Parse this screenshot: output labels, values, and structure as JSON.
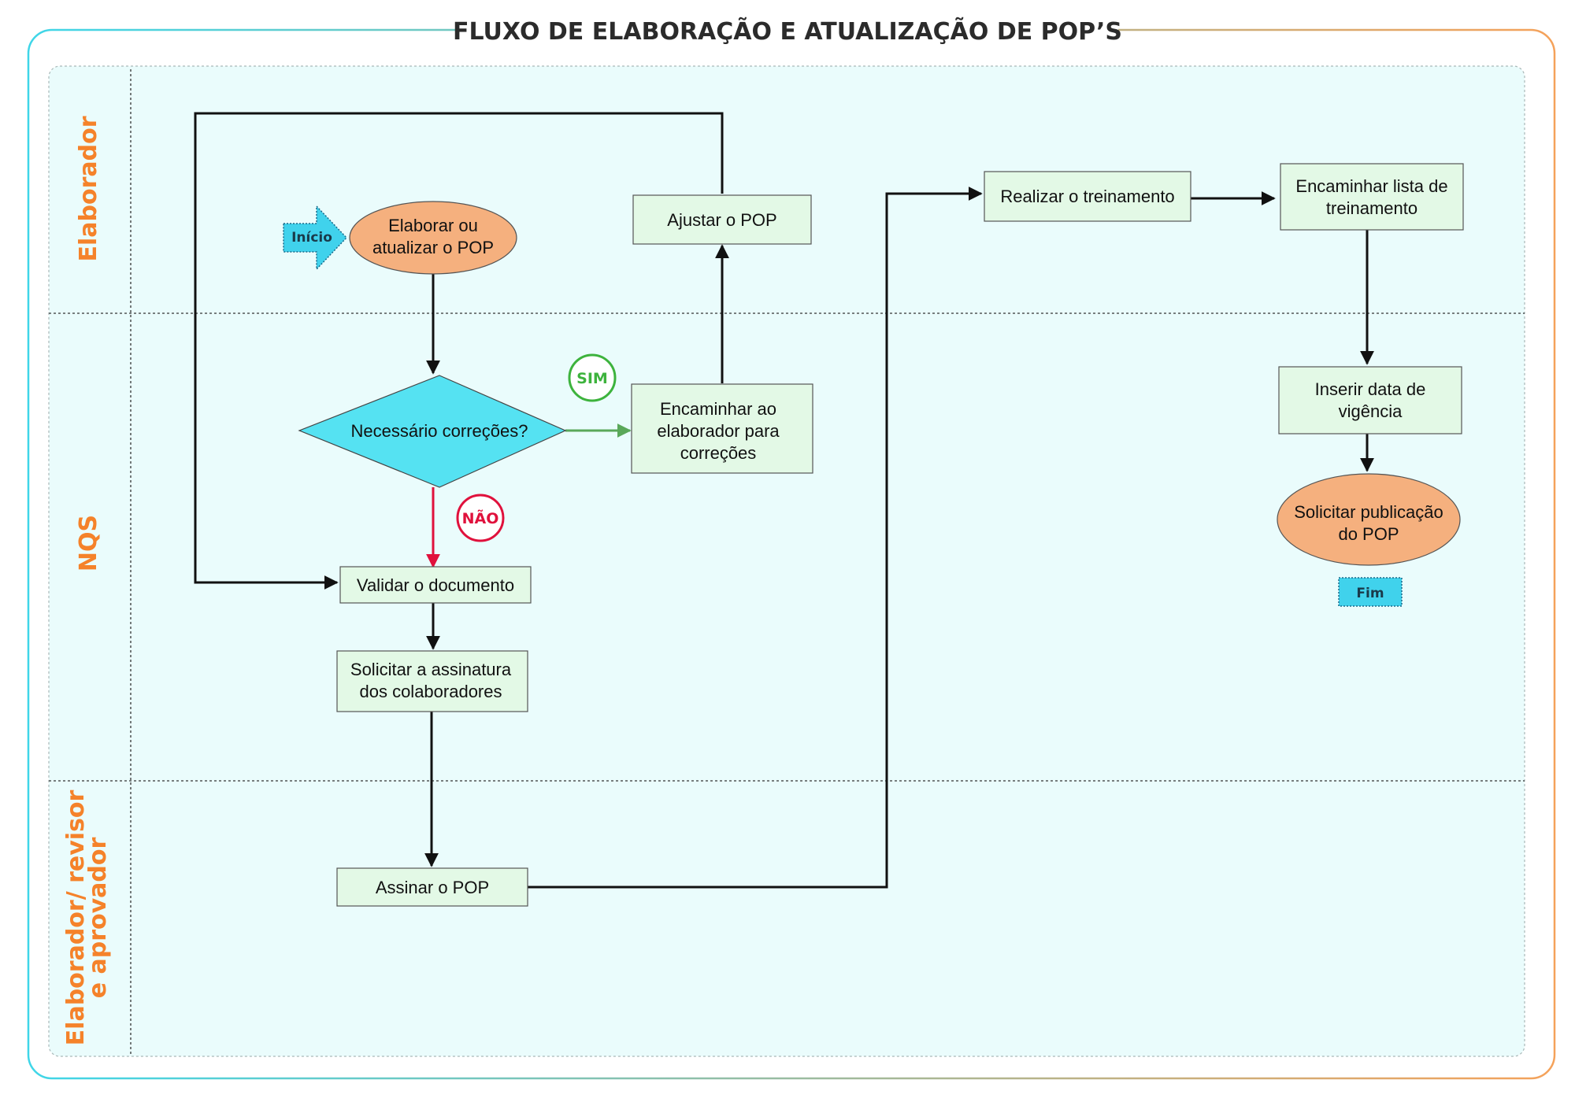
{
  "title": "FLUXO DE ELABORAÇÃO E ATUALIZAÇÃO DE POP’S",
  "colors": {
    "accent_orange": "#f5822a",
    "frame_cyan": "#3fd6e8",
    "lane_fill": "#eafcfc",
    "process_fill": "#e3f9e6",
    "decision_fill": "#55e2f2",
    "terminal_fill": "#f5b07e",
    "yes_green": "#3db33d",
    "no_red": "#e0113c"
  },
  "lanes": {
    "elaborador": "Elaborador",
    "nqs": "NQS",
    "elaborador_revisor_line1": "Elaborador/ revisor",
    "elaborador_revisor_line2": "e aprovador"
  },
  "markers": {
    "inicio": "Início",
    "fim": "Fim"
  },
  "nodes": {
    "elaborar_l1": "Elaborar ou",
    "elaborar_l2": "atualizar o POP",
    "ajustar": "Ajustar o POP",
    "decisao": "Necessário correções?",
    "encaminhar_l1": "Encaminhar ao",
    "encaminhar_l2": "elaborador para",
    "encaminhar_l3": "correções",
    "validar": "Validar o documento",
    "solicitar_ass_l1": "Solicitar a assinatura",
    "solicitar_ass_l2": "dos colaboradores",
    "assinar": "Assinar o POP",
    "realizar": "Realizar o treinamento",
    "enc_lista_l1": "Encaminhar lista de",
    "enc_lista_l2": "treinamento",
    "inserir_l1": "Inserir data de",
    "inserir_l2": "vigência",
    "solicitar_pub_l1": "Solicitar publicação",
    "solicitar_pub_l2": "do POP"
  },
  "labels": {
    "sim": "SIM",
    "nao": "NÃO"
  }
}
